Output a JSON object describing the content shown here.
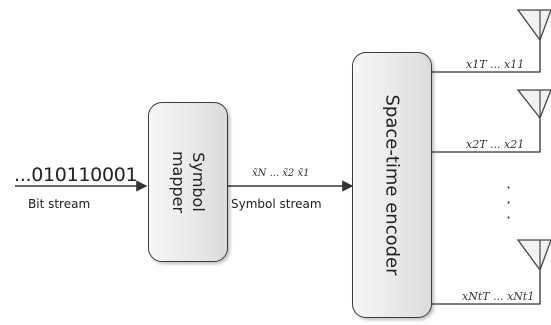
{
  "bit_stream": {
    "value": "...010110001",
    "label": "Bit stream"
  },
  "symbol_mapper": {
    "line1": "Symbol",
    "line2": "mapper"
  },
  "symbol_stream": {
    "value": "x̃N ... x̃2 x̃1",
    "label": "Symbol stream"
  },
  "encoder": {
    "label": "Space-time encoder"
  },
  "outputs": [
    {
      "value": "x1T ... x11"
    },
    {
      "value": "x2T ... x21"
    },
    {
      "value": "xNtT ... xNt1"
    }
  ],
  "vertical_dots": "·\n·\n·"
}
